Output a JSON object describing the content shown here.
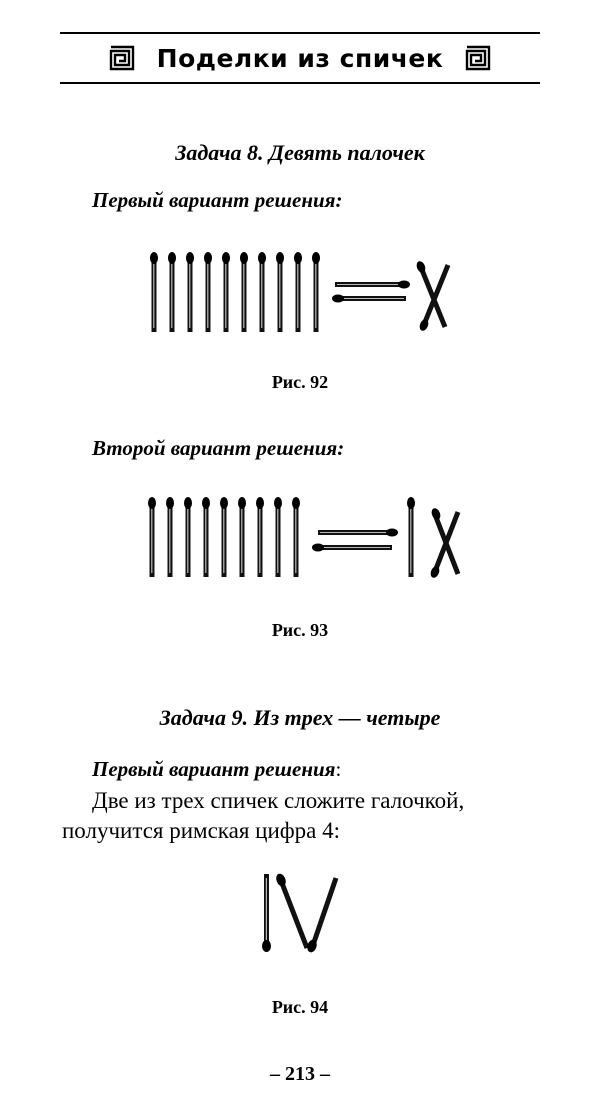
{
  "header": {
    "title": "Поделки из спичек",
    "left_icon": "greek-meander-icon",
    "right_icon": "greek-meander-icon"
  },
  "task8": {
    "title": "Задача 8. Девять палочек",
    "variant1": {
      "label": "Первый вариант решения:",
      "figure": {
        "description": "IIIIIIIIII = X",
        "left_sticks": 10,
        "equals_sticks": 2,
        "right": "X"
      },
      "caption": "Рис. 92"
    },
    "variant2": {
      "label": "Второй вариант решения:",
      "figure": {
        "description": "IIIIIIIII = IX",
        "left_sticks": 9,
        "equals_sticks": 2,
        "right": "IX"
      },
      "caption": "Рис. 93"
    }
  },
  "task9": {
    "title": "Задача 9. Из трех — четыре",
    "variant1": {
      "label": "Первый вариант решения",
      "label_colon": ":",
      "text_line1": "Две из трех спичек сложите галочкой,",
      "text_line2": "получится римская цифра 4:",
      "figure": {
        "description": "IV"
      },
      "caption": "Рис. 94"
    }
  },
  "page_number": "– 213 –"
}
